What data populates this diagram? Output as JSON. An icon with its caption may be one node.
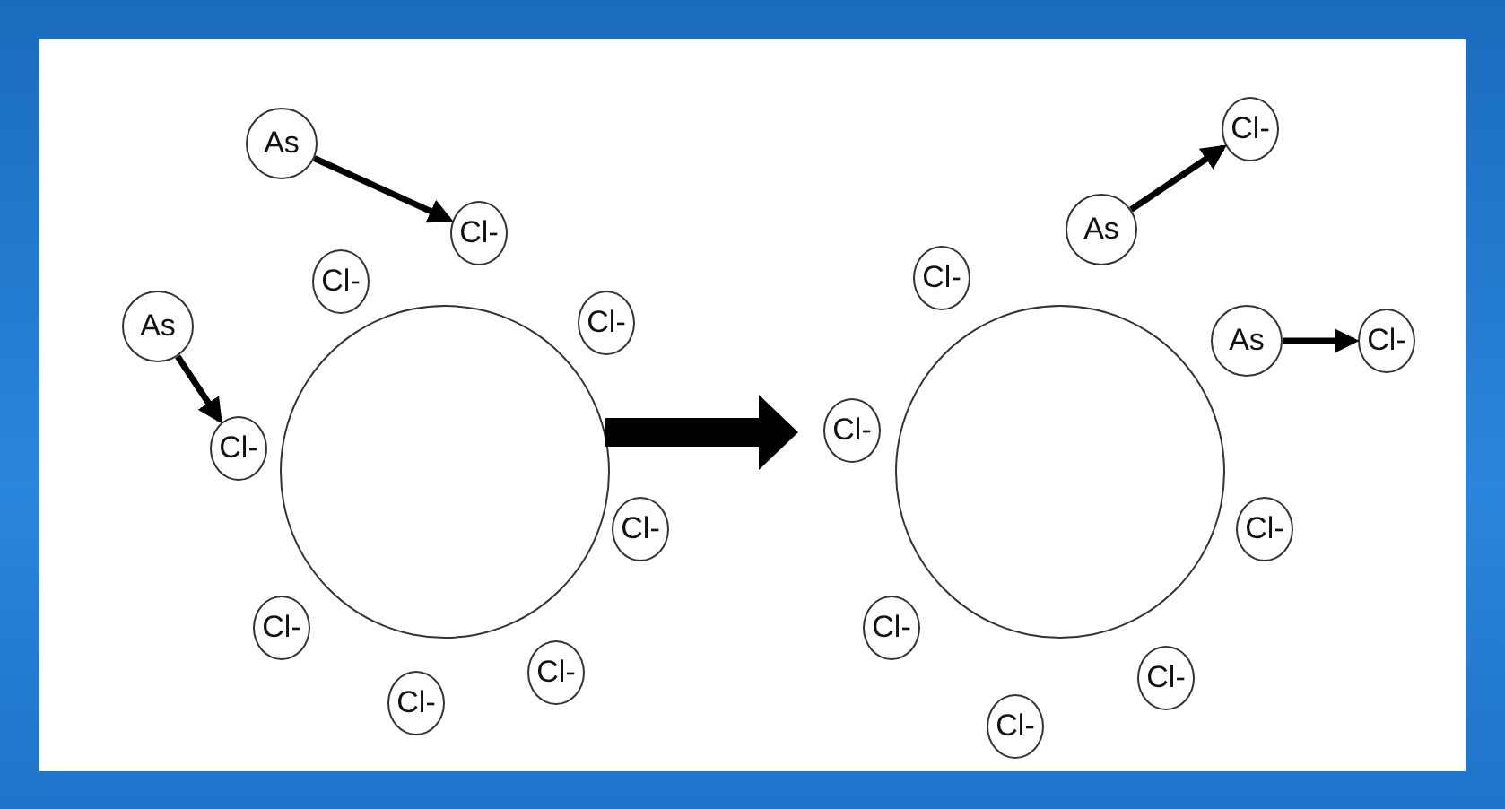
{
  "diagram": {
    "nodes": [
      {
        "text": [
          "As"
        ]
      },
      {
        "text": [
          "Cl-"
        ]
      },
      {
        "text": [
          "Cl-"
        ]
      },
      {
        "text": [
          "Cl-"
        ]
      },
      {
        "text": [
          "As"
        ]
      },
      {
        "text": [],
        "shape": "circle"
      },
      {
        "text": [
          "Cl-"
        ]
      },
      {
        "text": [
          "Cl-"
        ]
      },
      {
        "text": [
          "Cl-"
        ]
      },
      {
        "text": [
          "Cl-"
        ]
      },
      {
        "text": [
          "Cl-"
        ]
      },
      {
        "text": [
          "Cl-"
        ]
      },
      {
        "text": [
          "As"
        ]
      },
      {
        "text": [
          "Cl-"
        ]
      },
      {
        "text": [
          "As"
        ]
      },
      {
        "text": [
          "Cl-"
        ]
      },
      {
        "text": [],
        "shape": "circle"
      },
      {
        "text": [
          "Cl-"
        ]
      },
      {
        "text": [
          "Cl-"
        ]
      },
      {
        "text": [
          "Cl-"
        ]
      },
      {
        "text": [
          "Cl-"
        ]
      },
      {
        "text": [
          "Cl-"
        ]
      }
    ],
    "edges": [
      {
        "from": 0,
        "to": 1,
        "arrow": "to"
      },
      {
        "from": 4,
        "to": 6,
        "arrow": "to"
      },
      {
        "from": 12,
        "to": 13,
        "arrow": "to"
      },
      {
        "from": 14,
        "to": 15,
        "arrow": "to"
      },
      {
        "from": 5,
        "to": null,
        "arrow": "to",
        "style": "thick"
      }
    ]
  }
}
